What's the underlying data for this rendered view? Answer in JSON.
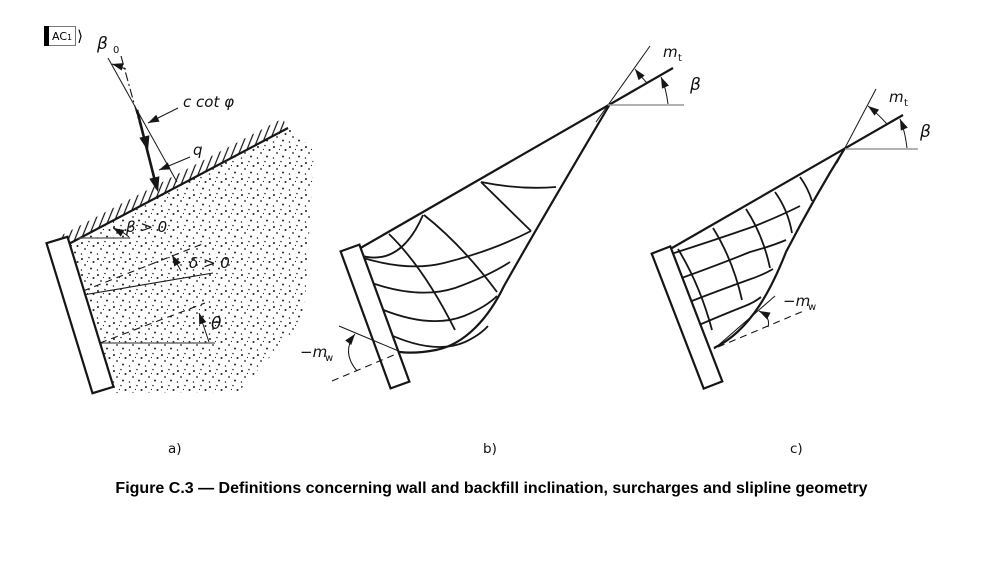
{
  "figure": {
    "tag": {
      "label": "AC",
      "subscript": "1",
      "chevron": "⟩"
    },
    "caption": "Figure C.3 — Definitions concerning wall and backfill inclination, surcharges and slipline geometry",
    "panels": [
      {
        "id": "a",
        "label": "a)",
        "annotations": {
          "beta0": {
            "base": "β",
            "sub": "0"
          },
          "cohesion_term": "c cot φ",
          "surcharge": "q",
          "slope_angle": "β > 0",
          "wall_friction": "δ > 0",
          "theta": "θ"
        }
      },
      {
        "id": "b",
        "label": "b)",
        "annotations": {
          "mt": {
            "base": "m",
            "sub": "t"
          },
          "beta": "β",
          "mw": {
            "base": "−m",
            "sub": "w"
          }
        }
      },
      {
        "id": "c",
        "label": "c)",
        "annotations": {
          "mt": {
            "base": "m",
            "sub": "t"
          },
          "beta": "β",
          "mw": {
            "base": "−m",
            "sub": "w"
          }
        }
      }
    ]
  }
}
